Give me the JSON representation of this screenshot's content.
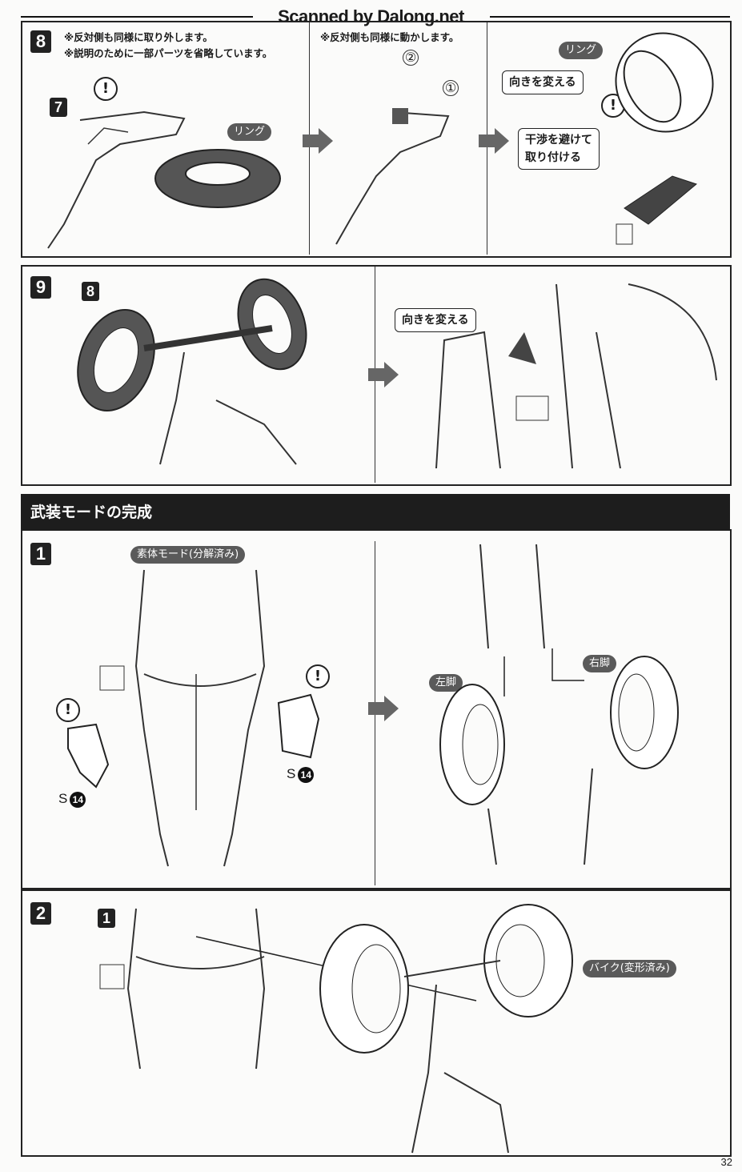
{
  "watermark": "Scanned by Dalong.net",
  "step8": {
    "number": "8",
    "notes": [
      "※反対側も同様に取り外します。",
      "※説明のために一部パーツを省略しています。"
    ],
    "sub_step": "7",
    "ring_label": "リング",
    "middle_note": "※反対側も同様に動かします。",
    "order_marks": [
      "②",
      "①"
    ],
    "right_ring_label": "リング",
    "turn_callout": "向きを変える",
    "attach_callout_lines": [
      "干渉を避けて",
      "取り付ける"
    ],
    "caution": "!"
  },
  "step9": {
    "number": "9",
    "sub_step": "8",
    "turn_callout": "向きを変える"
  },
  "section": {
    "title": "武装モードの完成"
  },
  "assembly1": {
    "number": "1",
    "body_label": "素体モード(分解済み)",
    "caution": "!",
    "part_ref_letter": "S",
    "part_ref_number": "14",
    "left_leg_label": "左脚",
    "right_leg_label": "右脚"
  },
  "assembly2": {
    "number": "2",
    "sub_step": "1",
    "bike_label": "バイク(変形済み)"
  },
  "page_number": "32"
}
